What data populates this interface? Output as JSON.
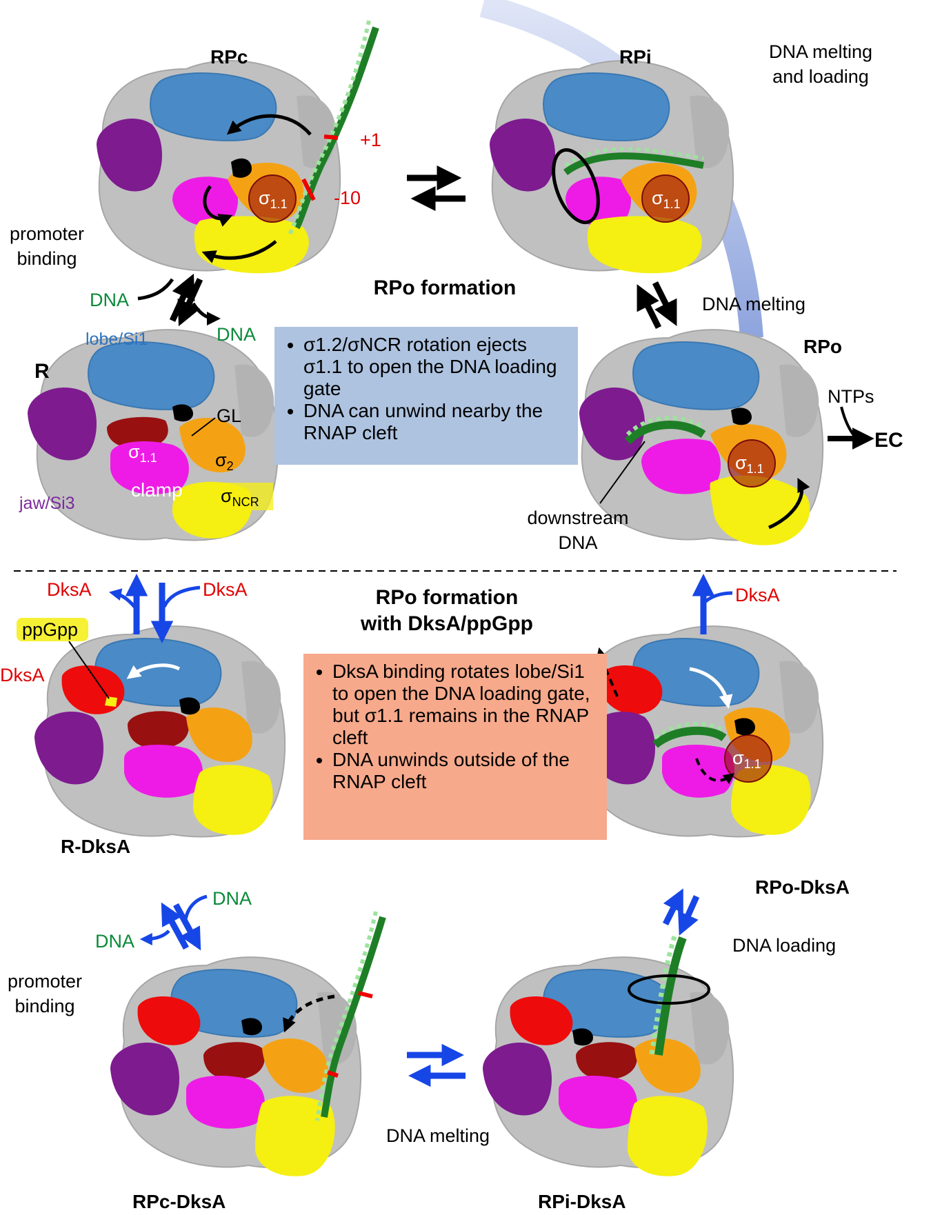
{
  "states": {
    "rpc": "RPc",
    "rpi": "RPi",
    "rpo": "RPo",
    "r": "R",
    "ec": "EC",
    "r_dksa": "R-DksA",
    "rpo_dksa": "RPo-DksA",
    "rpc_dksa": "RPc-DksA",
    "rpi_dksa": "RPi-DksA"
  },
  "headings": {
    "top_pathway": "RPo formation",
    "bottom_pathway_line1": "RPo formation",
    "bottom_pathway_line2": "with DksA/ppGpp"
  },
  "steps": {
    "melting_loading_line1": "DNA melting",
    "melting_loading_line2": "and loading",
    "promoter_binding_line1": "promoter",
    "promoter_binding_line2": "binding",
    "dna_melting": "DNA melting",
    "dna_loading": "DNA loading",
    "ntps": "NTPs"
  },
  "molecules": {
    "dna": "DNA",
    "dksa": "DksA",
    "ppgpp": "ppGpp",
    "plus1": "+1",
    "minus10": "-10"
  },
  "domains": {
    "lobe_si1": "lobe/Si1",
    "jaw_si3": "jaw/Si3",
    "gl": "GL",
    "clamp": "clamp",
    "sigma": "σ",
    "sigma11_sub": "1.1",
    "sigma2_sub": "2",
    "sigmancr_sub": "NCR",
    "downstream_line1": "downstream",
    "downstream_line2": "DNA"
  },
  "notes": {
    "top": [
      "σ1.2/σNCR rotation ejects σ1.1 to open the DNA loading gate",
      "DNA can unwind nearby the RNAP cleft"
    ],
    "bottom": [
      "DksA binding rotates lobe/Si1 to open the DNA loading gate, but σ1.1 remains in the RNAP cleft",
      "DNA unwinds outside of the RNAP cleft"
    ]
  },
  "colors": {
    "lobe": "#4a8ac6",
    "jaw": "#7d1b8f",
    "clamp": "#ee1be6",
    "sigma2": "#f4a214",
    "sigmancr": "#f5ef12",
    "sigma11": "#991010",
    "dksa": "#ee0b0b",
    "core": "#c0c0c0",
    "dna_dark": "#1e7e26",
    "dna_light": "#9de39d",
    "dna_label": "#0a8a3a",
    "dksa_arrow": "#1746e6",
    "top_note_bg": "#aec3e0",
    "bottom_note_bg": "#f7a98b",
    "domain_label_lobe": "#2a73c0",
    "domain_label_jaw": "#7d2a9e",
    "sweep_arc": "#b4c1e8"
  }
}
